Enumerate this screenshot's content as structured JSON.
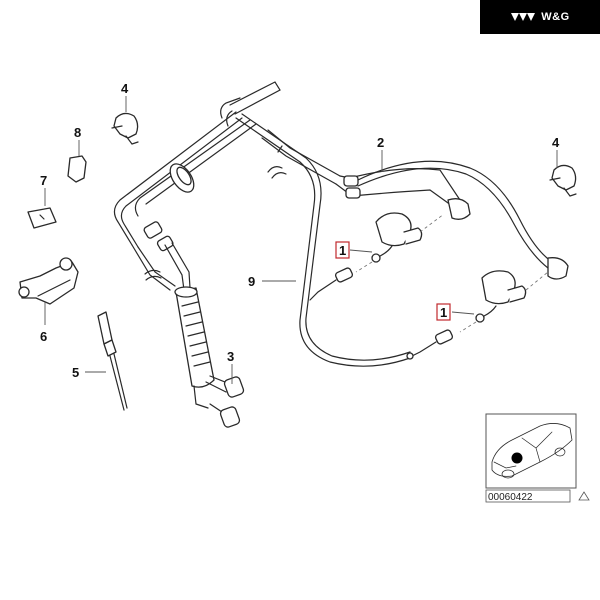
{
  "brand": {
    "name": "W&G",
    "logo_icon": "triple-chevron-logo-icon",
    "bar_color": "#000000"
  },
  "diagram": {
    "title": "Headlight washer hoses and nozzles exploded view",
    "callouts": [
      {
        "id": "1a",
        "label": "1",
        "boxed": true
      },
      {
        "id": "1b",
        "label": "1",
        "boxed": true
      },
      {
        "id": "2",
        "label": "2"
      },
      {
        "id": "3",
        "label": "3"
      },
      {
        "id": "4a",
        "label": "4"
      },
      {
        "id": "4b",
        "label": "4"
      },
      {
        "id": "5",
        "label": "5"
      },
      {
        "id": "6",
        "label": "6"
      },
      {
        "id": "7",
        "label": "7"
      },
      {
        "id": "8",
        "label": "8"
      },
      {
        "id": "9",
        "label": "9"
      }
    ],
    "callout_box_color": "#c0282d",
    "locator": {
      "reference_code": "00060422",
      "warning_icon": "triangle-warning-icon",
      "marker_icon": "location-dot-icon"
    }
  }
}
